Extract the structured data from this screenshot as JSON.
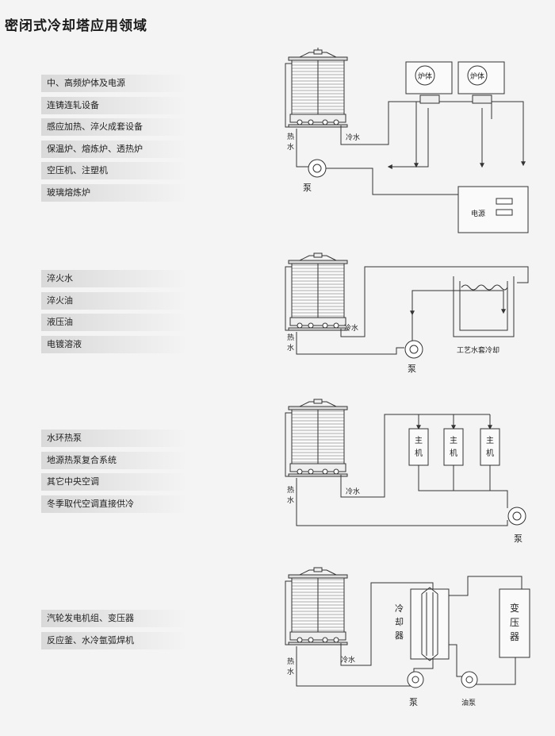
{
  "page": {
    "title": "密闭式冷却塔应用领域"
  },
  "sections": [
    {
      "items": [
        "中、高频炉体及电源",
        "连铸连轧设备",
        "感应加热、淬火成套设备",
        "保温炉、熔炼炉、透热炉",
        "空压机、注塑机",
        "玻璃熔炼炉"
      ],
      "diagram": {
        "furnace_1": "炉体",
        "furnace_2": "炉体",
        "power_supply": "电源",
        "hot_water_1": "热",
        "hot_water_2": "水",
        "cold_water": "冷水",
        "pump": "泵"
      }
    },
    {
      "items": [
        "淬火水",
        "淬火油",
        "液压油",
        "电镀溶液"
      ],
      "diagram": {
        "jacket_cooling": "工艺水套冷却",
        "hot_water_1": "热",
        "hot_water_2": "水",
        "cold_water": "冷水",
        "pump": "泵"
      }
    },
    {
      "items": [
        "水环热泵",
        "地源热泵复合系统",
        "其它中央空调",
        "冬季取代空调直接供冷"
      ],
      "diagram": {
        "host_1": "主",
        "host_2": "机",
        "hot_water_1": "热",
        "hot_water_2": "水",
        "cold_water": "冷水",
        "pump": "泵"
      }
    },
    {
      "items": [
        "汽轮发电机组、变压器",
        "反应釜、水冷氩弧焊机"
      ],
      "diagram": {
        "cooler_1": "冷",
        "cooler_2": "却",
        "cooler_3": "器",
        "transformer_1": "变",
        "transformer_2": "压",
        "transformer_3": "器",
        "hot_water_1": "热",
        "hot_water_2": "水",
        "cold_water": "冷水",
        "pump": "泵",
        "oil_pump": "油泵"
      }
    }
  ]
}
